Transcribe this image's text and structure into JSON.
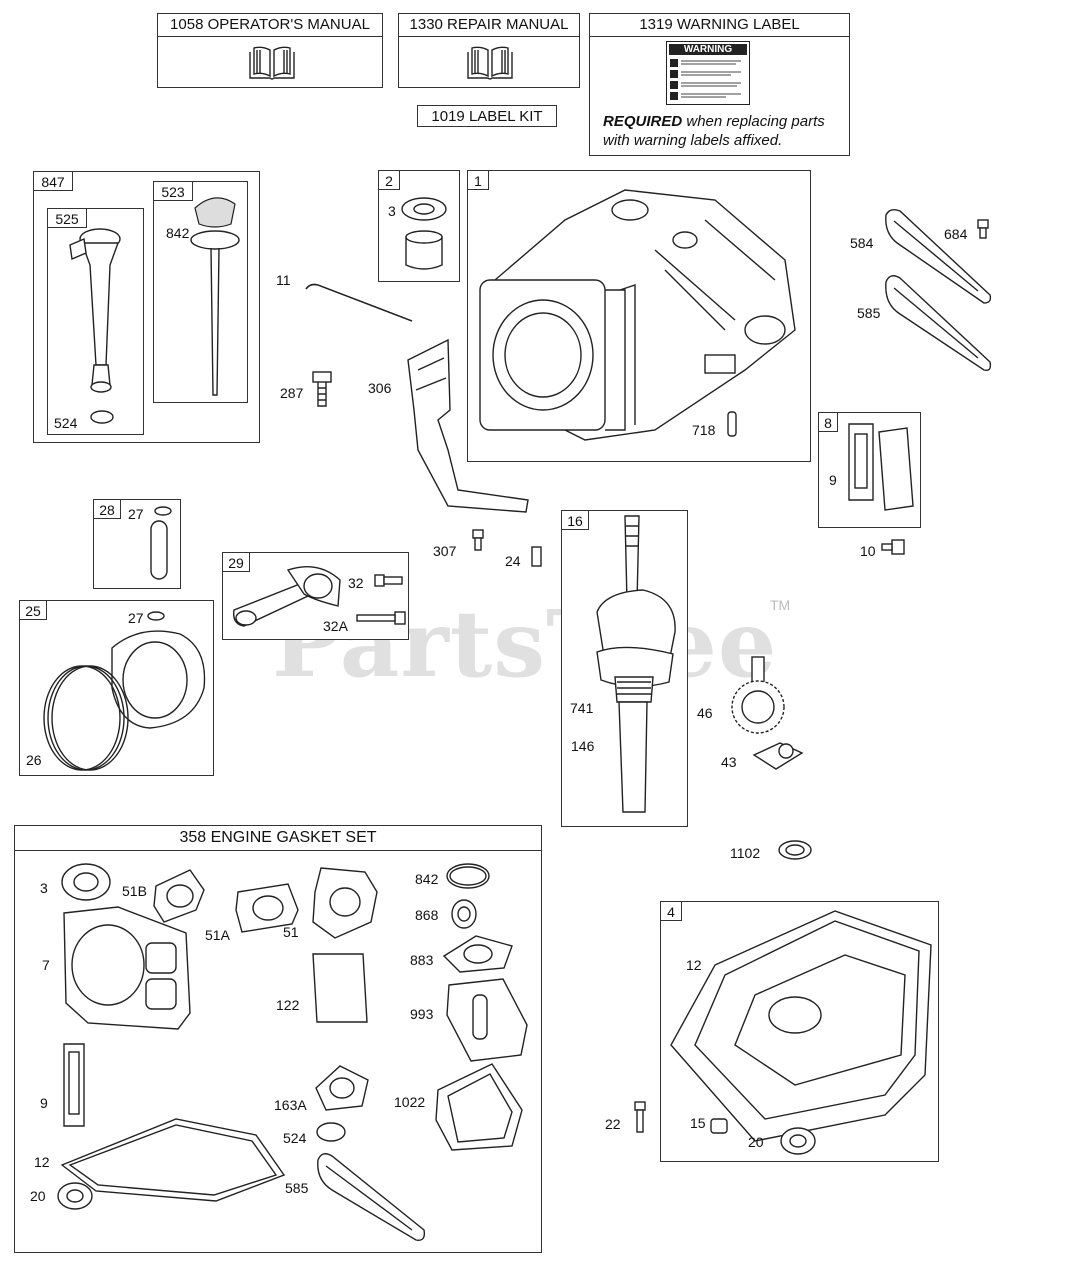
{
  "manuals": {
    "operator": "1058 OPERATOR'S MANUAL",
    "repair": "1330 REPAIR MANUAL",
    "warning": "1319 WARNING LABEL",
    "label_kit": "1019 LABEL KIT",
    "warning_sticker_title": "WARNING",
    "note_bold": "REQUIRED",
    "note_rest": " when replacing parts",
    "note_line2": "with warning labels affixed."
  },
  "watermark": {
    "text": "PartsTree",
    "tm": "TM"
  },
  "groups": {
    "g847": "847",
    "g525": "525",
    "g523": "523",
    "g2": "2",
    "g1": "1",
    "g8": "8",
    "g28": "28",
    "g29": "29",
    "g25": "25",
    "g16": "16",
    "g4": "4",
    "gasket_set": "358 ENGINE GASKET SET"
  },
  "labels": {
    "l842a": "842",
    "l524a": "524",
    "l11": "11",
    "l287": "287",
    "l306": "306",
    "l3a": "3",
    "l718": "718",
    "l584": "584",
    "l684": "684",
    "l585a": "585",
    "l9a": "9",
    "l10": "10",
    "l307": "307",
    "l24": "24",
    "l27a": "27",
    "l32": "32",
    "l32a": "32A",
    "l27b": "27",
    "l26": "26",
    "l741": "741",
    "l146": "146",
    "l46": "46",
    "l43": "43",
    "l1102": "1102",
    "g3": "3",
    "g51b": "51B",
    "g51a": "51A",
    "g51": "51",
    "g7": "7",
    "g122": "122",
    "g842": "842",
    "g868": "868",
    "g883": "883",
    "g993": "993",
    "g9": "9",
    "g163a": "163A",
    "g1022": "1022",
    "g524": "524",
    "g12": "12",
    "g20": "20",
    "g585": "585",
    "s12": "12",
    "s22": "22",
    "s15": "15",
    "s20": "20"
  }
}
